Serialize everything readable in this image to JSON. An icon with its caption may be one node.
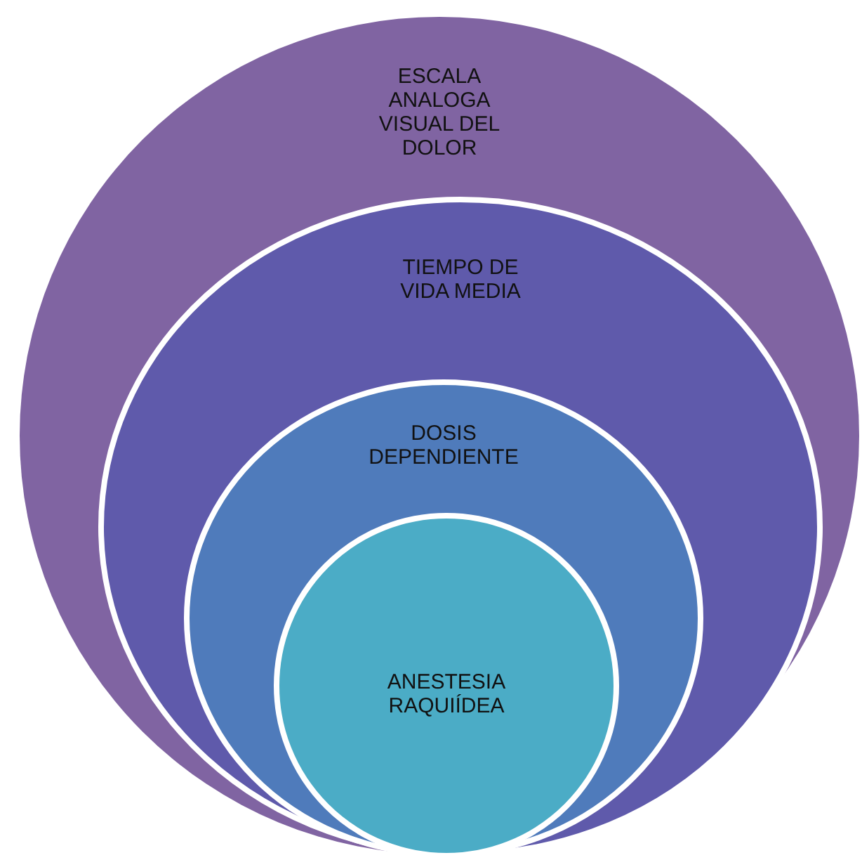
{
  "diagram": {
    "nodes": [
      {
        "text": [
          "ESCALA ANALOGA VISUAL DEL DOLOR"
        ]
      },
      {
        "text": [
          "TIEMPO DE VIDA MEDIA"
        ],
        "in": 0
      },
      {
        "text": [
          "DOSIS DEPENDIENTE"
        ],
        "in": 1
      },
      {
        "text": [
          "ANESTESIA RAQUIÍDEA"
        ],
        "in": 2
      }
    ]
  }
}
